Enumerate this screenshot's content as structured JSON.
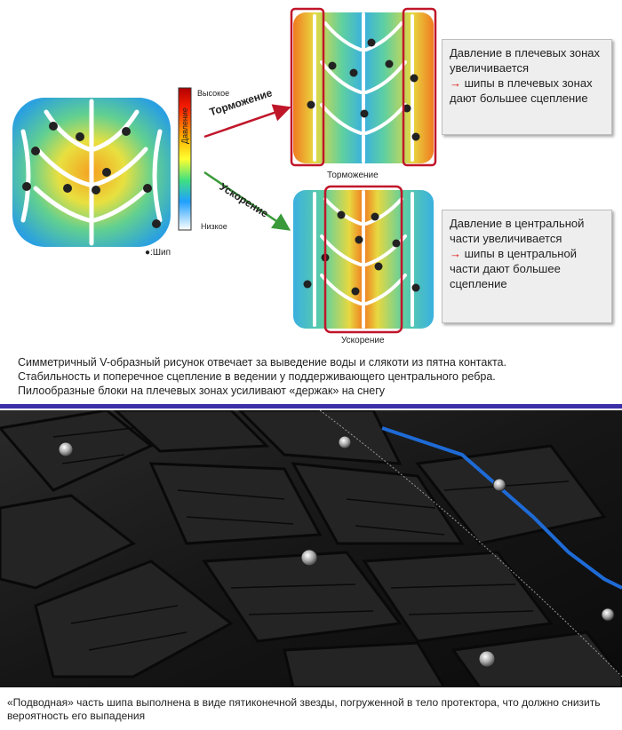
{
  "legend": {
    "high": "Высокое",
    "pressure": "Давление",
    "low": "Низкое",
    "stud": "●:Шип"
  },
  "arrows": {
    "braking": "Торможение",
    "acceleration": "Ускорение"
  },
  "prints": {
    "braking_caption": "Торможение",
    "acceleration_caption": "Ускорение"
  },
  "notes": {
    "braking": {
      "line1": "Давление в плечевых зонах увеличивается",
      "arrow": "→",
      "line2": "шипы в плечевых зонах дают большее сцепление"
    },
    "acceleration": {
      "line1": "Давление в центральной части увеличивается",
      "arrow": "→",
      "line2": "шипы в центральной части дают большее сцепление"
    }
  },
  "caption_top": {
    "line1": "Симметричный V-образный рисунок отвечает за выведение воды и слякоти из пятна контакта.",
    "line2": "Стабильность и поперечное сцепление в ведении у поддерживающего центрального ребра.",
    "line3": "Пилообразные блоки на плечевых зонах усиливают «держак» на снегу"
  },
  "caption_bottom": {
    "text": "«Подводная» часть шипа выполнена в виде пятиконечной звезды, погруженной в тело протектора, что должно снизить вероятность его выпадения"
  },
  "colors": {
    "divider": "#3b2fa8",
    "highlight": "#c0162a",
    "arrow_braking": "#c0162a",
    "arrow_accel": "#3a9a3a",
    "tire_dark": "#1c1c1c",
    "tire_accent_blue": "#1e6bd6"
  }
}
